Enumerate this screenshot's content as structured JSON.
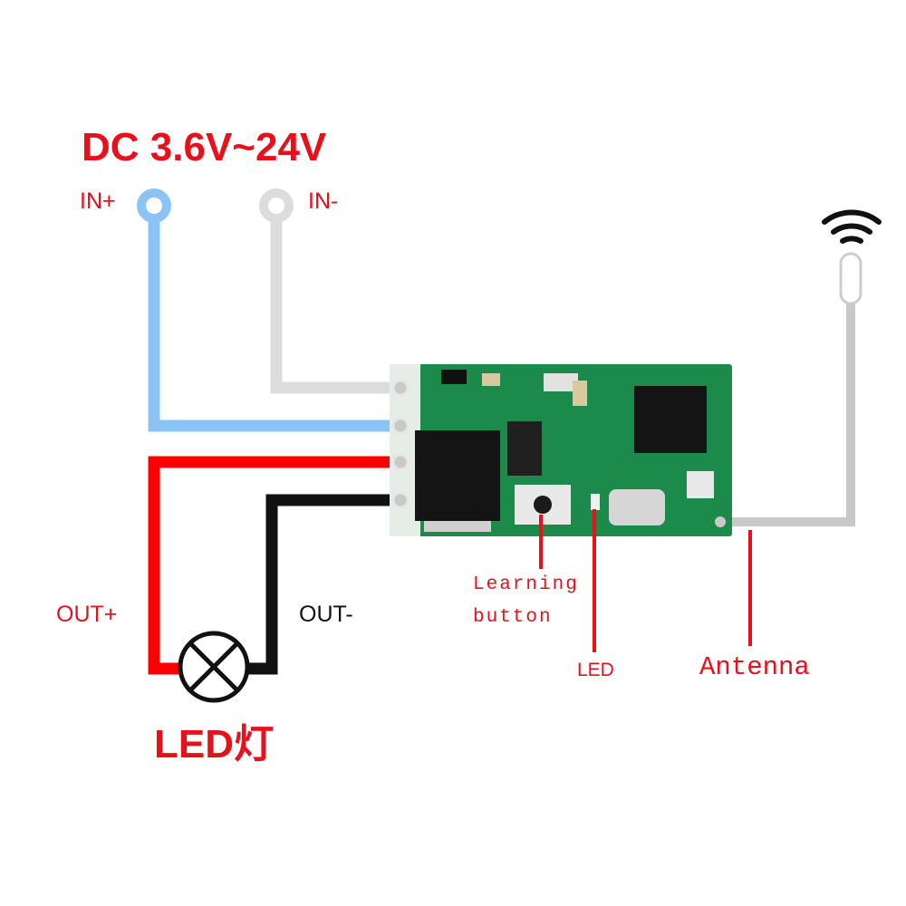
{
  "title": "DC 3.6V~24V",
  "labels": {
    "in_plus": "IN+",
    "in_minus": "IN-",
    "out_plus": "OUT+",
    "out_minus": "OUT-",
    "lamp": "LED灯",
    "learning_line1": "Learning",
    "learning_line2": "button",
    "led_indicator": "LED",
    "antenna": "Antenna"
  },
  "colors": {
    "in_plus_wire": "#8cc3f5",
    "in_minus_wire": "#dcdcdc",
    "out_plus_wire": "#ff0000",
    "out_minus_wire": "#111111",
    "antenna_wire": "#c8c8c8",
    "pcb": "#1c8a4a",
    "label_red": "#e8101a"
  }
}
